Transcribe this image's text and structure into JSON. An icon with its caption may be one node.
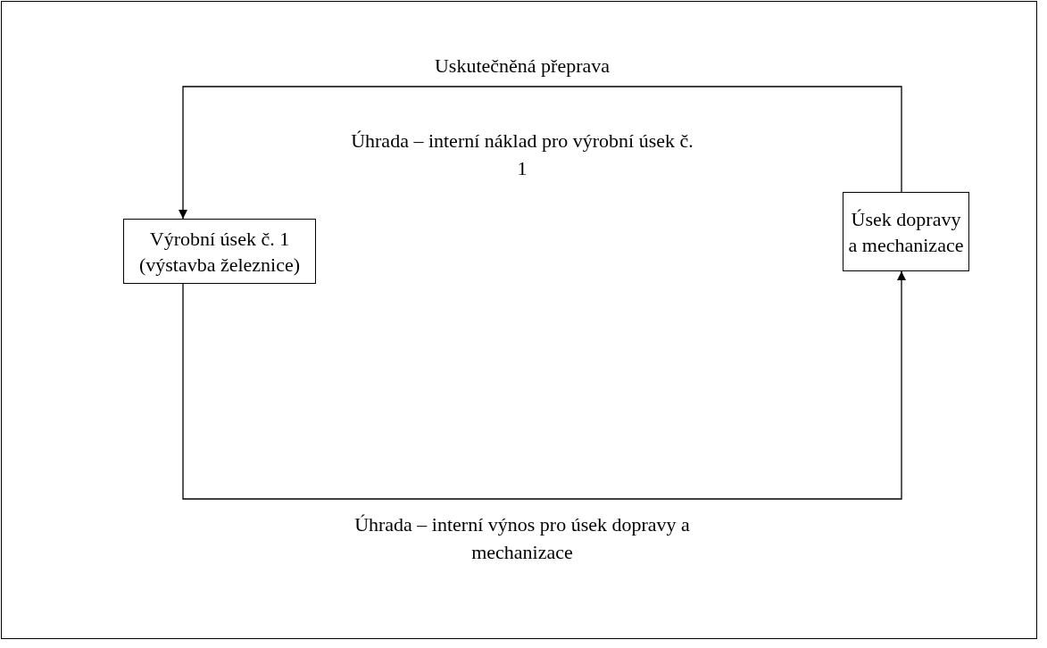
{
  "diagram": {
    "nodes": [
      {
        "text": [
          "Výrobní úsek č. 1 (výstavba železnice)"
        ]
      },
      {
        "text": [
          "Úsek dopravy a mechanizace"
        ]
      }
    ],
    "edges": [
      {
        "from": 1,
        "to": 0,
        "arrow": "to"
      },
      {
        "from": 0,
        "to": 1,
        "arrow": "to"
      }
    ],
    "labels": [
      "Uskutečněná přeprava",
      "Úhrada – interní náklad pro výrobní úsek č. 1",
      "Úhrada – interní výnos pro úsek dopravy a mechanizace"
    ]
  }
}
